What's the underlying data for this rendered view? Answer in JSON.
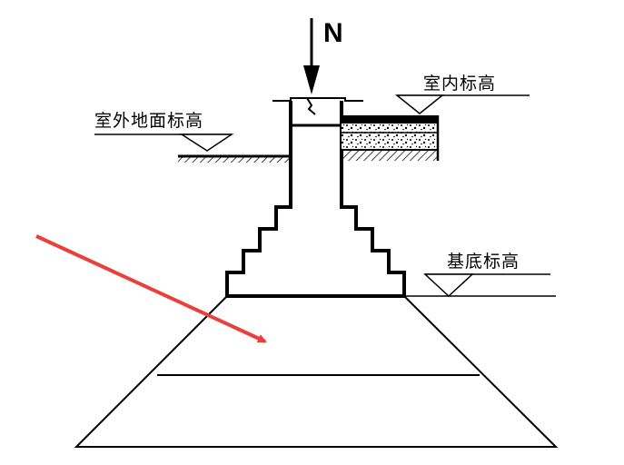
{
  "labels": {
    "force": "N",
    "indoor_elevation": "室内标高",
    "outdoor_elevation": "室外地面标高",
    "base_elevation": "基底标高"
  },
  "colors": {
    "line": "#000000",
    "arrow": "#e8403a",
    "background": "#ffffff"
  }
}
